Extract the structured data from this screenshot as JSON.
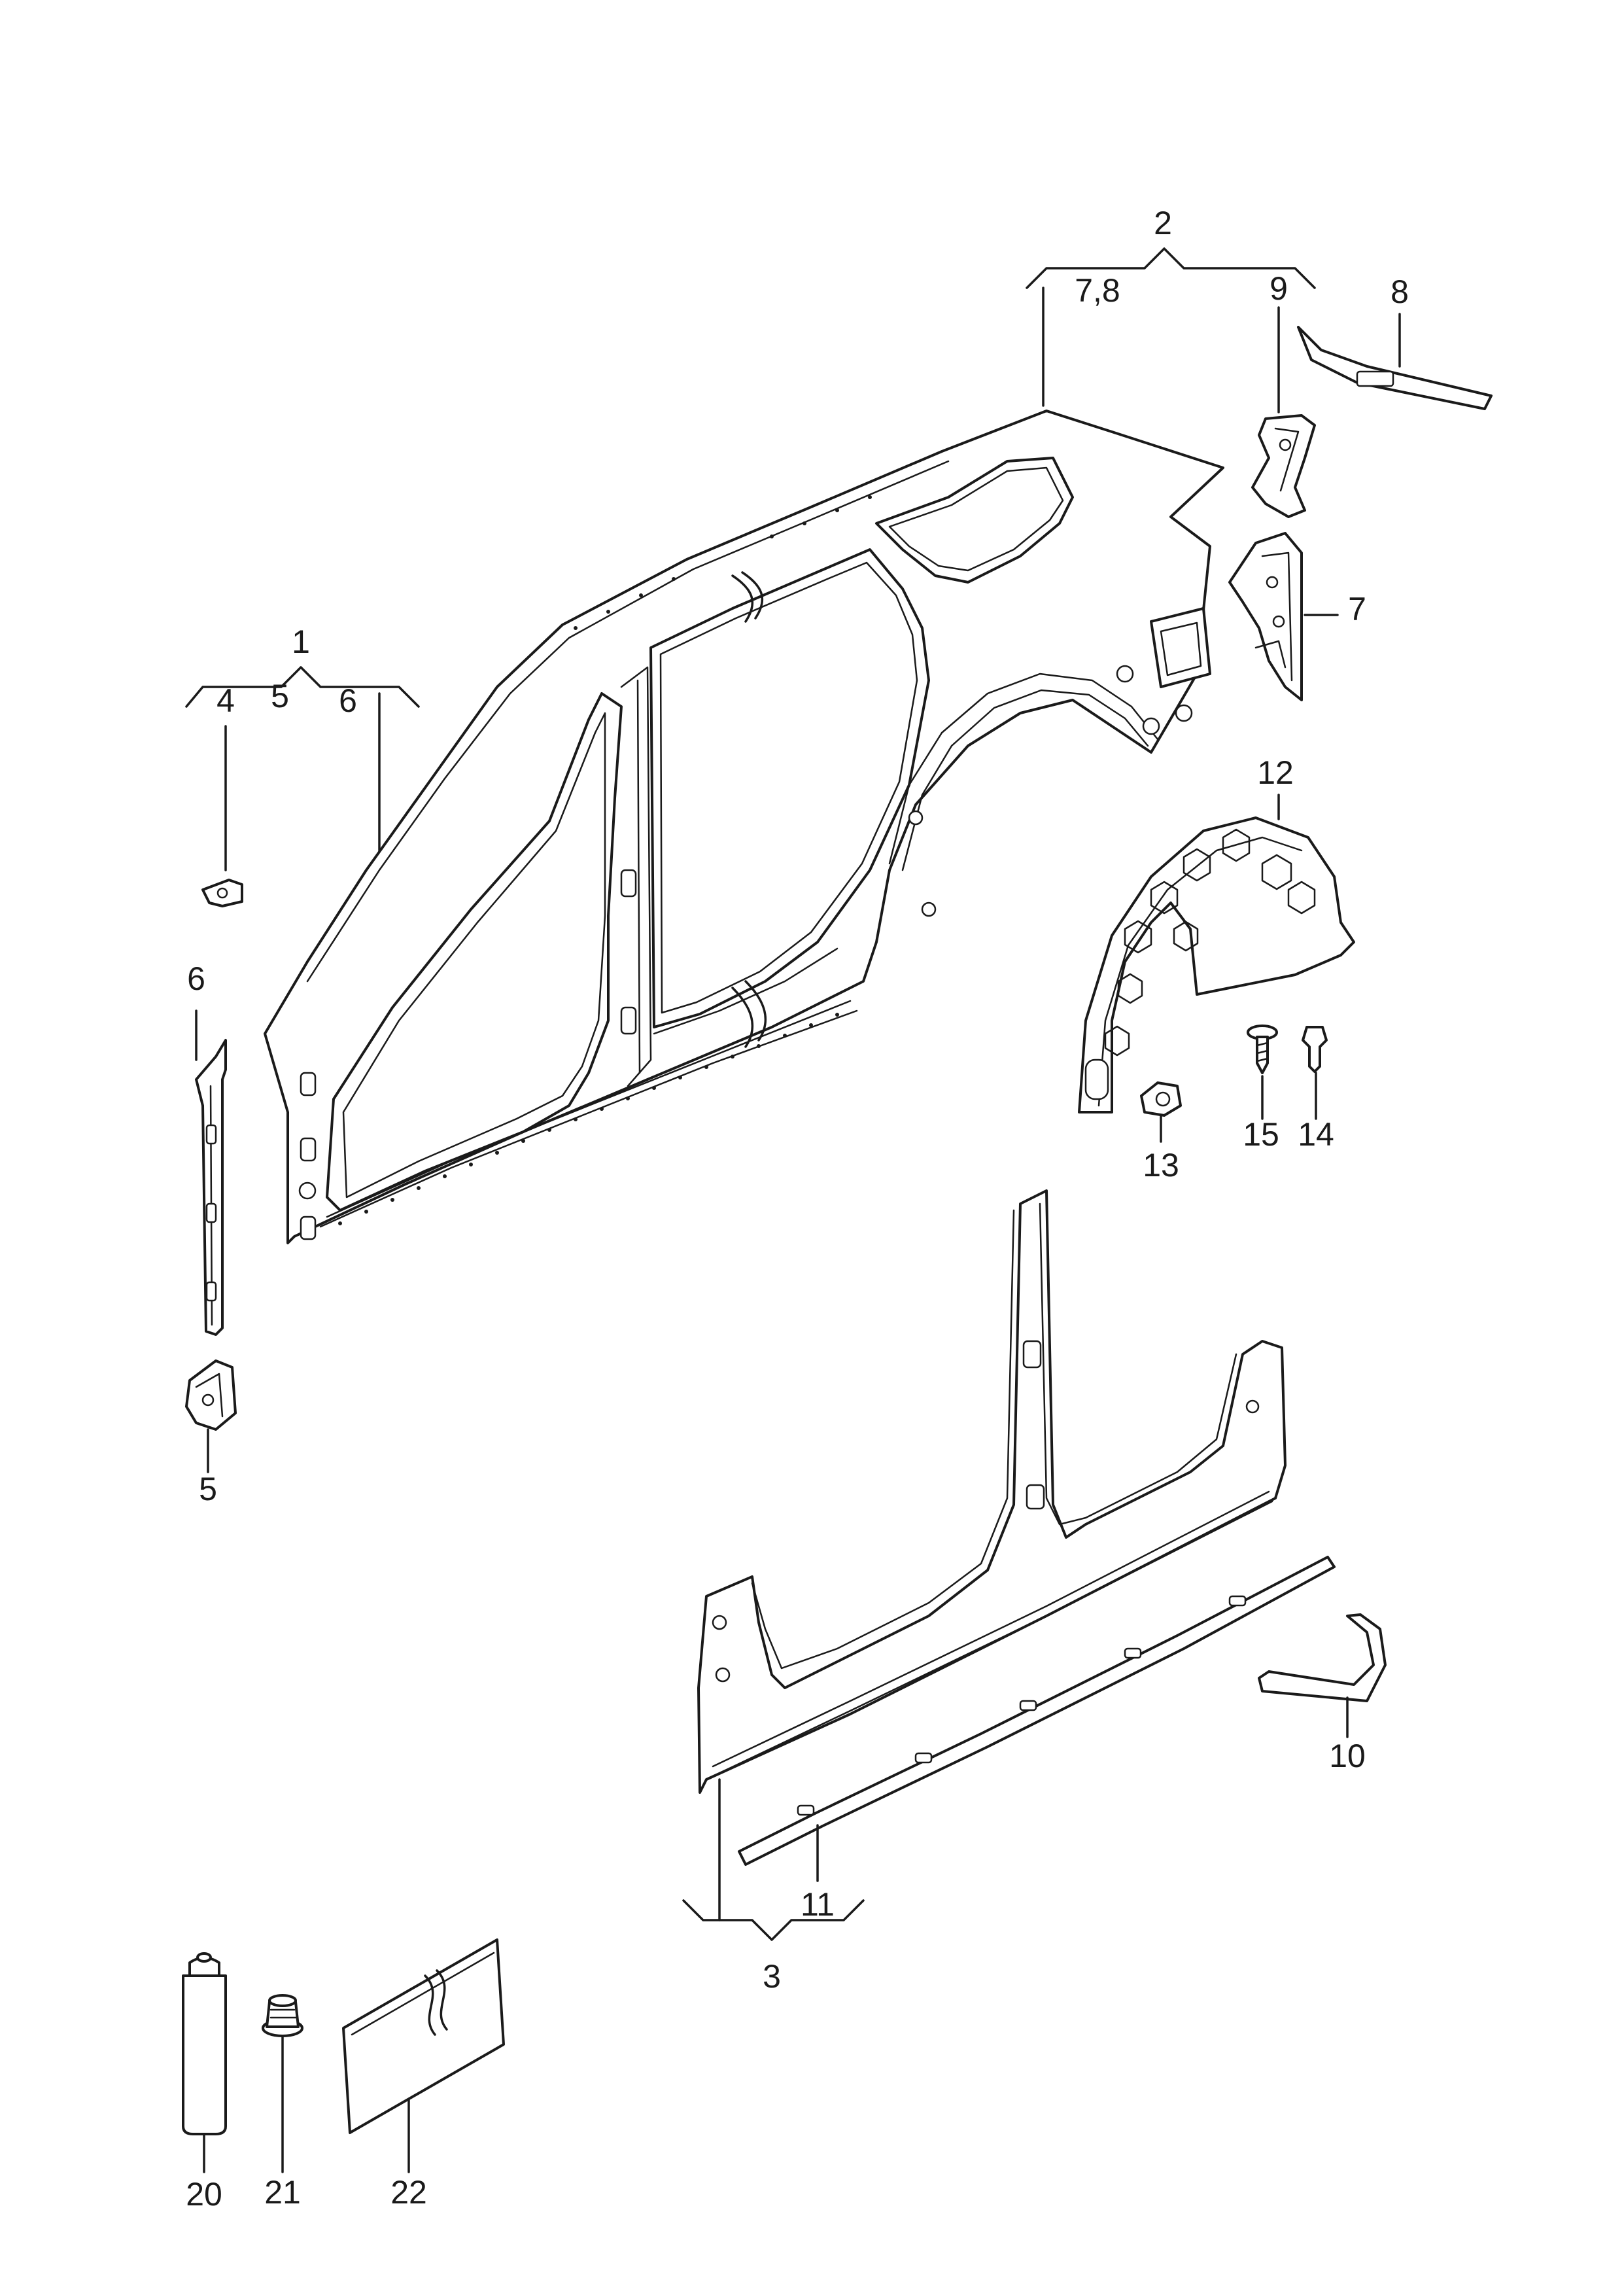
{
  "callouts": {
    "c1": "1",
    "c2": "2",
    "c3": "3",
    "c4": "4",
    "c5_group": "5",
    "c6_group": "6",
    "c78": "7,8",
    "c9": "9",
    "c8": "8",
    "c7": "7",
    "c12": "12",
    "c6": "6",
    "c5": "5",
    "c13": "13",
    "c15": "15",
    "c14": "14",
    "c10": "10",
    "c11": "11",
    "c20": "20",
    "c21": "21",
    "c22": "22"
  },
  "icons": {
    "side_panel": "side-panel-drawing",
    "quarter_bracket": "bracket-drawing",
    "wheel_housing_liner": "wheel-liner-drawing",
    "sill_panel": "sill-drawing",
    "sealant_bottle": "bottle-drawing",
    "plug": "plug-drawing",
    "insulation_mat": "mat-drawing"
  }
}
